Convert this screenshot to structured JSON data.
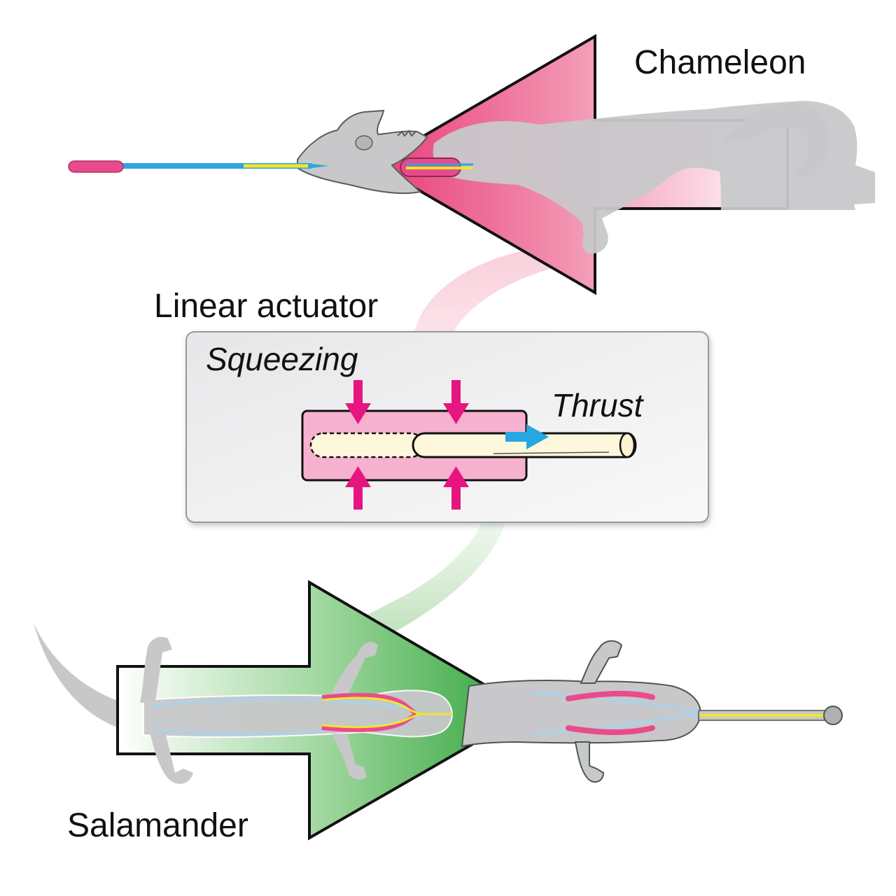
{
  "labels": {
    "chameleon": "Chameleon",
    "linear_actuator": "Linear actuator",
    "squeezing": "Squeezing",
    "thrust": "Thrust",
    "salamander": "Salamander"
  },
  "colors": {
    "chameleon_arrow": "#ee4d86",
    "salamander_arrow": "#34a83e",
    "squeeze_arrow": "#e6157f",
    "thrust_arrow": "#27a6e4",
    "sleeve": "#f6b1cf",
    "rod": "#fdf8dc",
    "animal_body": "#c8c8ca",
    "tongue_bone": "#f1e52e",
    "tongue_muscle": "#ea4b8b",
    "tongue_sheath": "#2ea6df"
  }
}
